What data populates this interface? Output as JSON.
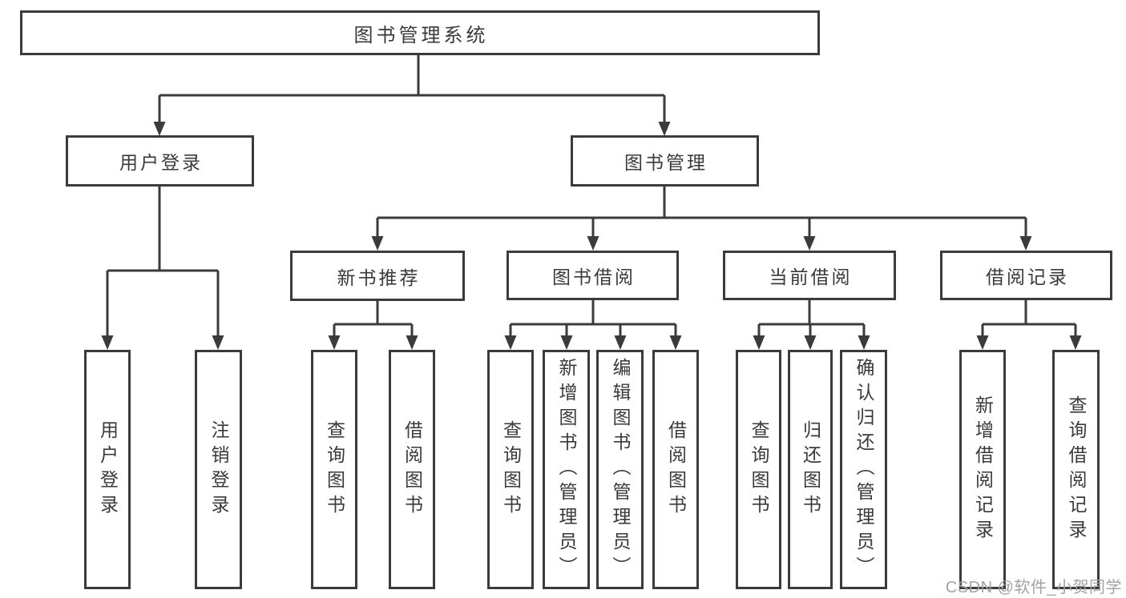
{
  "colors": {
    "line": "#3b3b3b",
    "text": "#3a3a3a",
    "box-bg": "#ffffff",
    "page-bg": "#ffffff",
    "watermark": "#a2a2a2"
  },
  "watermark": {
    "text": "CSDN @软件_小贺同学"
  },
  "tree": {
    "root": {
      "label": "图书管理系统"
    },
    "level2": [
      {
        "label": "用户登录"
      },
      {
        "label": "图书管理"
      }
    ],
    "level3": [
      {
        "label": "新书推荐"
      },
      {
        "label": "图书借阅"
      },
      {
        "label": "当前借阅"
      },
      {
        "label": "借阅记录"
      }
    ],
    "leaves": {
      "user_login": [
        {
          "label": "用户登录"
        },
        {
          "label": "注销登录"
        }
      ],
      "new_books": [
        {
          "label": "查询图书"
        },
        {
          "label": "借阅图书"
        }
      ],
      "book_borrow": [
        {
          "label": "查询图书"
        },
        {
          "label": "新增图书（管理员）"
        },
        {
          "label": "编辑图书（管理员）"
        },
        {
          "label": "借阅图书"
        }
      ],
      "current_borrow": [
        {
          "label": "查询图书"
        },
        {
          "label": "归还图书"
        },
        {
          "label": "确认归还（管理员）"
        }
      ],
      "borrow_records": [
        {
          "label": "新增借阅记录"
        },
        {
          "label": "查询借阅记录"
        }
      ]
    }
  }
}
